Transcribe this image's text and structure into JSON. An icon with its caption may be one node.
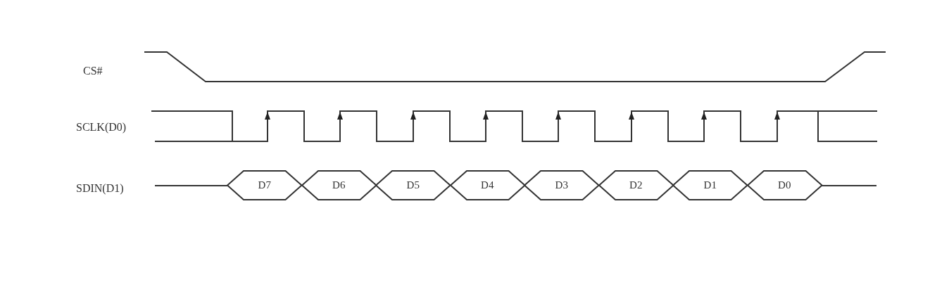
{
  "diagram": {
    "nodes": [
      {
        "text": [
          "D7"
        ]
      },
      {
        "text": [
          "D6"
        ]
      },
      {
        "text": [
          "D5"
        ]
      },
      {
        "text": [
          "D4"
        ]
      },
      {
        "text": [
          "D3"
        ]
      },
      {
        "text": [
          "D2"
        ]
      },
      {
        "text": [
          "D1"
        ]
      },
      {
        "text": [
          "D0"
        ]
      }
    ],
    "labels": [
      "CS#",
      "SCLK(D0)",
      "SDIN(D1)"
    ]
  }
}
